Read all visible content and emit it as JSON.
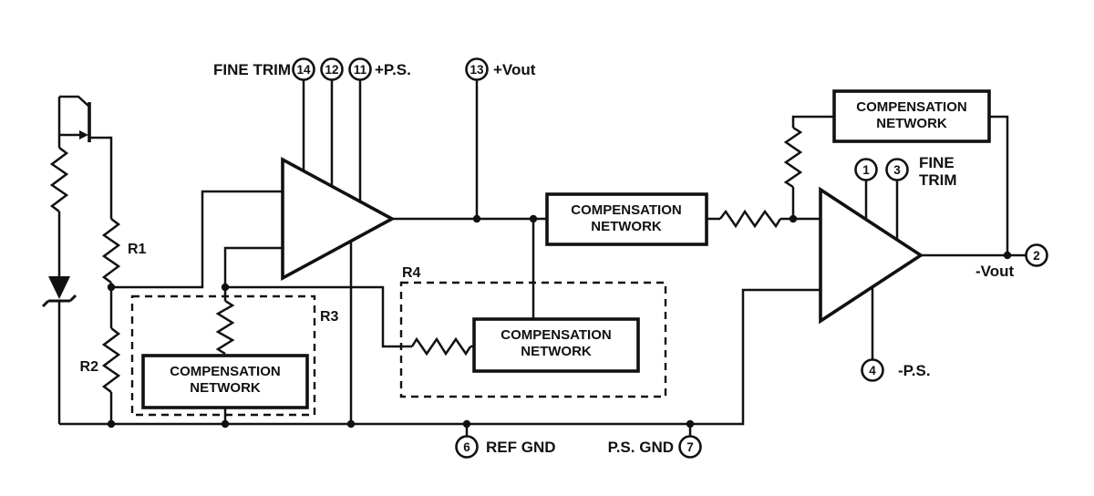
{
  "diagram": {
    "labels": {
      "fine_trim": "FINE TRIM",
      "ps_plus": "+P.S.",
      "vout_plus": "+Vout",
      "fine": "FINE",
      "trim": "TRIM",
      "vout_minus": "-Vout",
      "ps_minus": "-P.S.",
      "ref_gnd": "REF GND",
      "ps_gnd": "P.S. GND",
      "r1": "R1",
      "r2": "R2",
      "r3": "R3",
      "r4": "R4"
    },
    "comp_network": {
      "line1": "COMPENSATION",
      "line2": "NETWORK"
    },
    "pins": {
      "p14": "14",
      "p12": "12",
      "p11": "11",
      "p13": "13",
      "p1": "1",
      "p3": "3",
      "p2": "2",
      "p4": "4",
      "p6": "6",
      "p7": "7"
    },
    "colors": {
      "ink": "#111111",
      "background": "#ffffff"
    }
  }
}
